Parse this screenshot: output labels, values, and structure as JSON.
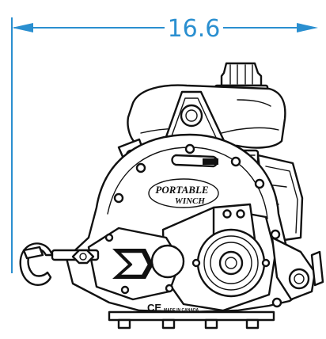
{
  "dimension": {
    "value": "16.6",
    "color": "#2a8fd0"
  },
  "product": {
    "logo_line1": "PORTABLE",
    "logo_line2": "WINCH",
    "ce_mark": "CE",
    "small_print": "MADE IN CANADA"
  }
}
